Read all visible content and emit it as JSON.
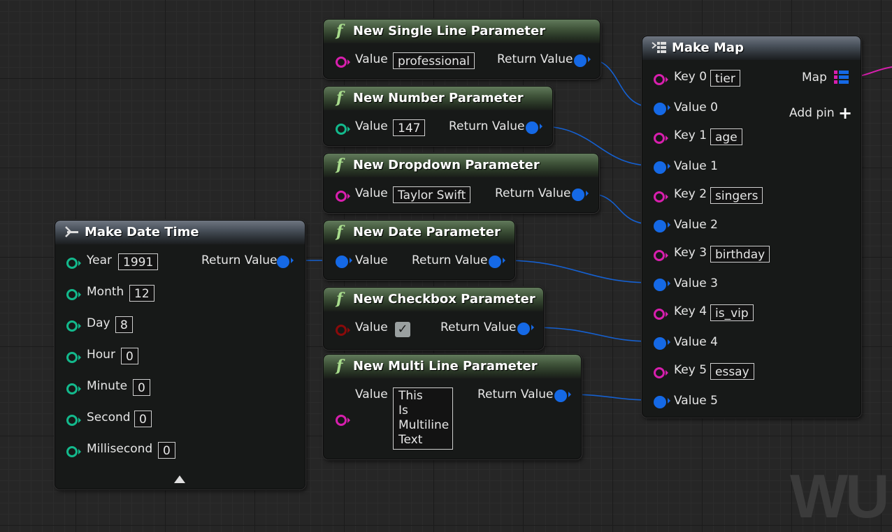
{
  "colors": {
    "string_pin": "#d81fae",
    "number_pin": "#13b98c",
    "bool_pin": "#8a0a0a",
    "object_pin": "#1569e6",
    "wire": "#1560d0",
    "map_wire": "#d81fae"
  },
  "make_date_time": {
    "title": "Make Date Time",
    "icon": "make-struct-icon",
    "return_label": "Return Value",
    "fields": [
      {
        "label": "Year",
        "value": "1991"
      },
      {
        "label": "Month",
        "value": "12"
      },
      {
        "label": "Day",
        "value": "8"
      },
      {
        "label": "Hour",
        "value": "0"
      },
      {
        "label": "Minute",
        "value": "0"
      },
      {
        "label": "Second",
        "value": "0"
      },
      {
        "label": "Millisecond",
        "value": "0"
      }
    ]
  },
  "single_line": {
    "title": "New Single Line Parameter",
    "value_label": "Value",
    "value": "professional",
    "return_label": "Return Value"
  },
  "number": {
    "title": "New Number Parameter",
    "value_label": "Value",
    "value": "147",
    "return_label": "Return Value"
  },
  "dropdown": {
    "title": "New Dropdown Parameter",
    "value_label": "Value",
    "value": "Taylor Swift",
    "return_label": "Return Value"
  },
  "date": {
    "title": "New Date Parameter",
    "value_label": "Value",
    "return_label": "Return Value"
  },
  "checkbox": {
    "title": "New Checkbox Parameter",
    "value_label": "Value",
    "checked": true,
    "return_label": "Return Value"
  },
  "multi_line": {
    "title": "New Multi Line Parameter",
    "value_label": "Value",
    "lines": [
      "This",
      "Is",
      "Multiline",
      "Text"
    ],
    "return_label": "Return Value"
  },
  "make_map": {
    "title": "Make Map",
    "icon": "make-map-icon",
    "map_label": "Map",
    "add_pin_label": "Add pin",
    "pairs": [
      {
        "key_label": "Key 0",
        "key": "tier",
        "value_label": "Value 0"
      },
      {
        "key_label": "Key 1",
        "key": "age",
        "value_label": "Value 1"
      },
      {
        "key_label": "Key 2",
        "key": "singers",
        "value_label": "Value 2"
      },
      {
        "key_label": "Key 3",
        "key": "birthday",
        "value_label": "Value 3"
      },
      {
        "key_label": "Key 4",
        "key": "is_vip",
        "value_label": "Value 4"
      },
      {
        "key_label": "Key 5",
        "key": "essay",
        "value_label": "Value 5"
      }
    ]
  },
  "watermark": "WU"
}
